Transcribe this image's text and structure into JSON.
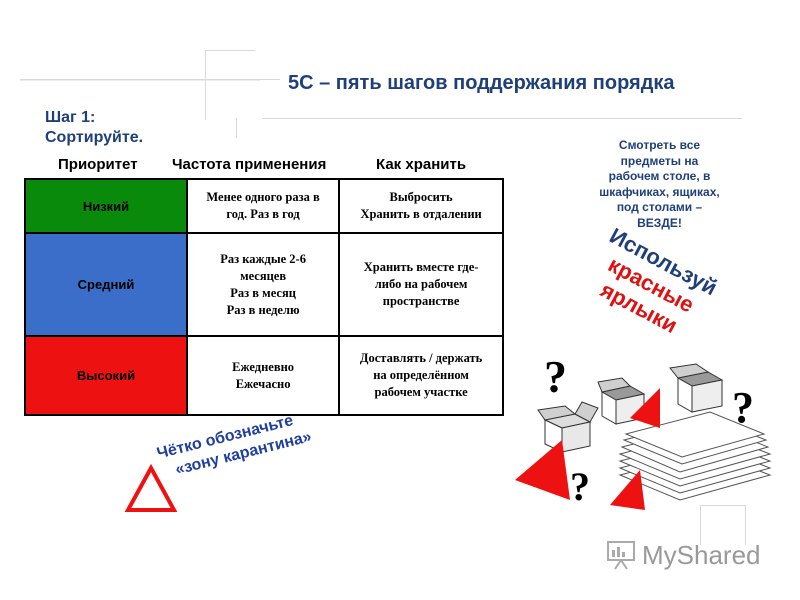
{
  "title": "5С – пять шагов поддержания порядка",
  "step": {
    "line1": "Шаг 1:",
    "line2": "Сортируйте."
  },
  "columns": [
    "Приоритет",
    "Частота применения",
    "Как хранить"
  ],
  "rows": [
    {
      "priority": "Низкий",
      "color": "#0a8a0a",
      "frequency": [
        "Менее одного раза в",
        "год. Раз в год"
      ],
      "storage": [
        "Выбросить",
        "Хранить в отдалении"
      ]
    },
    {
      "priority": "Средний",
      "color": "#3b6ec8",
      "frequency": [
        "Раз каждые 2-6",
        "месяцев",
        "Раз в месяц",
        "Раз в неделю"
      ],
      "storage": [
        "Хранить вместе где-",
        "либо на рабочем",
        "пространстве"
      ]
    },
    {
      "priority": "Высокий",
      "color": "#ee1111",
      "frequency": [
        "Ежедневно",
        "Ежечасно"
      ],
      "storage": [
        "Доставлять / держать",
        "на определённом",
        "рабочем участке"
      ]
    }
  ],
  "note": [
    "Смотреть все",
    "предметы на",
    "рабочем столе, в",
    "шкафчиках, ящиках,",
    "под столами –",
    "ВЕЗДЕ!"
  ],
  "red_labels": {
    "line1": "Используй",
    "line2": "красные",
    "line3": "ярлыки"
  },
  "quarantine": {
    "line1": "Чётко обозначьте",
    "line2": "«зону карантина»"
  },
  "icons": {
    "triangle": "warning-triangle-icon",
    "question": "question-mark-icon",
    "box": "box-icon",
    "papers": "paper-stack-icon"
  },
  "brand": "MyShared"
}
